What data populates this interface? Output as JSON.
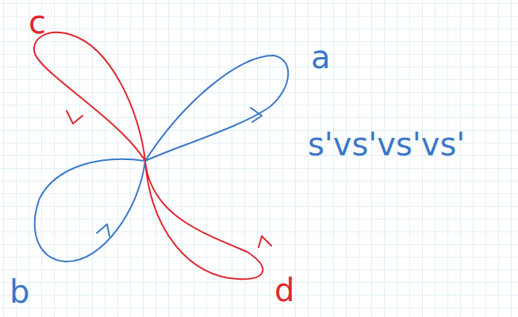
{
  "diagram": {
    "labels": [
      "c",
      "a",
      "b",
      "d",
      "s'vs'vs'vs'"
    ]
  }
}
